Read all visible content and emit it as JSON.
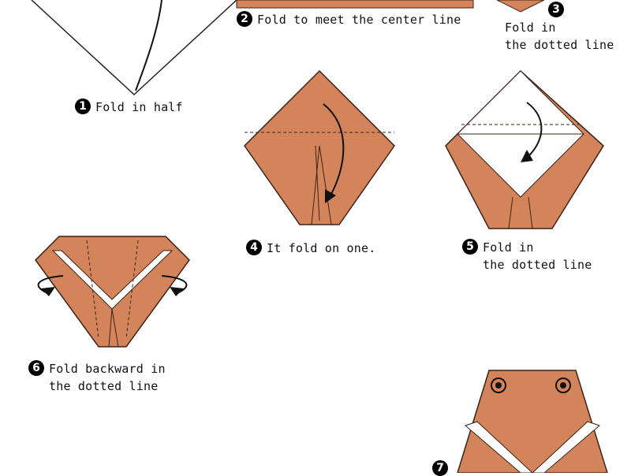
{
  "colors": {
    "paper": "#d4845a",
    "outline": "#3a2418",
    "white_fold": "#ffffff"
  },
  "steps": [
    {
      "number": "1",
      "text": "Fold in half"
    },
    {
      "number": "2",
      "text": "Fold to meet the center line"
    },
    {
      "number": "3",
      "text": "Fold in\nthe dotted line"
    },
    {
      "number": "4",
      "text": "It fold on one."
    },
    {
      "number": "5",
      "text": "Fold in\nthe dotted line"
    },
    {
      "number": "6",
      "text": "Fold backward in\nthe dotted line"
    },
    {
      "number": "7",
      "text": ""
    }
  ]
}
